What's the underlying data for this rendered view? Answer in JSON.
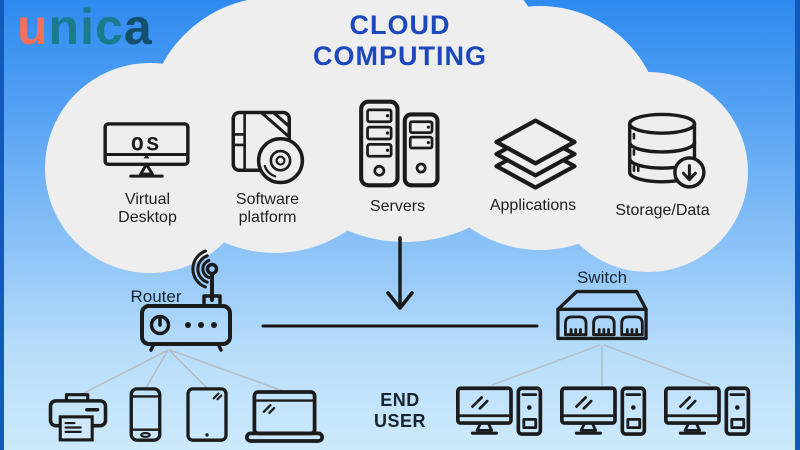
{
  "brand": {
    "name": "unica",
    "letters": [
      {
        "char": "u",
        "color": "#f2705c"
      },
      {
        "char": "n",
        "color": "#1a7b8f"
      },
      {
        "char": "i",
        "color": "#1a7b8f"
      },
      {
        "char": "c",
        "color": "#1a7b8f"
      },
      {
        "char": "a",
        "color": "#134f6b"
      }
    ],
    "cap_icon": "graduation-cap-icon"
  },
  "title": {
    "line1": "CLOUD",
    "line2": "COMPUTING"
  },
  "cloud_items": [
    {
      "name": "virtual-desktop",
      "icon": "monitor-os-icon",
      "badge": "OS",
      "label1": "Virtual",
      "label2": "Desktop"
    },
    {
      "name": "software-platform",
      "icon": "software-box-cd-icon",
      "label1": "Software",
      "label2": "platform"
    },
    {
      "name": "servers",
      "icon": "server-towers-icon",
      "label1": "Servers"
    },
    {
      "name": "applications",
      "icon": "stacked-layers-icon",
      "label1": "Applications"
    },
    {
      "name": "storage-data",
      "icon": "database-download-icon",
      "label1": "Storage/Data"
    }
  ],
  "network": {
    "router": {
      "label": "Router",
      "icon": "wireless-router-icon"
    },
    "switch": {
      "label": "Switch",
      "icon": "network-switch-icon"
    },
    "end_user": {
      "line1": "END",
      "line2": "USER"
    },
    "devices_left": [
      "printer",
      "smartphone",
      "tablet",
      "laptop"
    ],
    "devices_right": [
      "desktop-computer",
      "desktop-computer",
      "desktop-computer"
    ],
    "flow": "cloud-to-end-user-down-arrow"
  },
  "colors": {
    "background_top": "#2e8af0",
    "background_bottom": "#cdeafc",
    "edge_bar": "#1159ba",
    "cloud": "#efeeee",
    "title_text": "#1c48bb",
    "icon_stroke": "#1b1b1b",
    "connector_line": "#b6bec6",
    "label_text": "#1e1e1e"
  }
}
